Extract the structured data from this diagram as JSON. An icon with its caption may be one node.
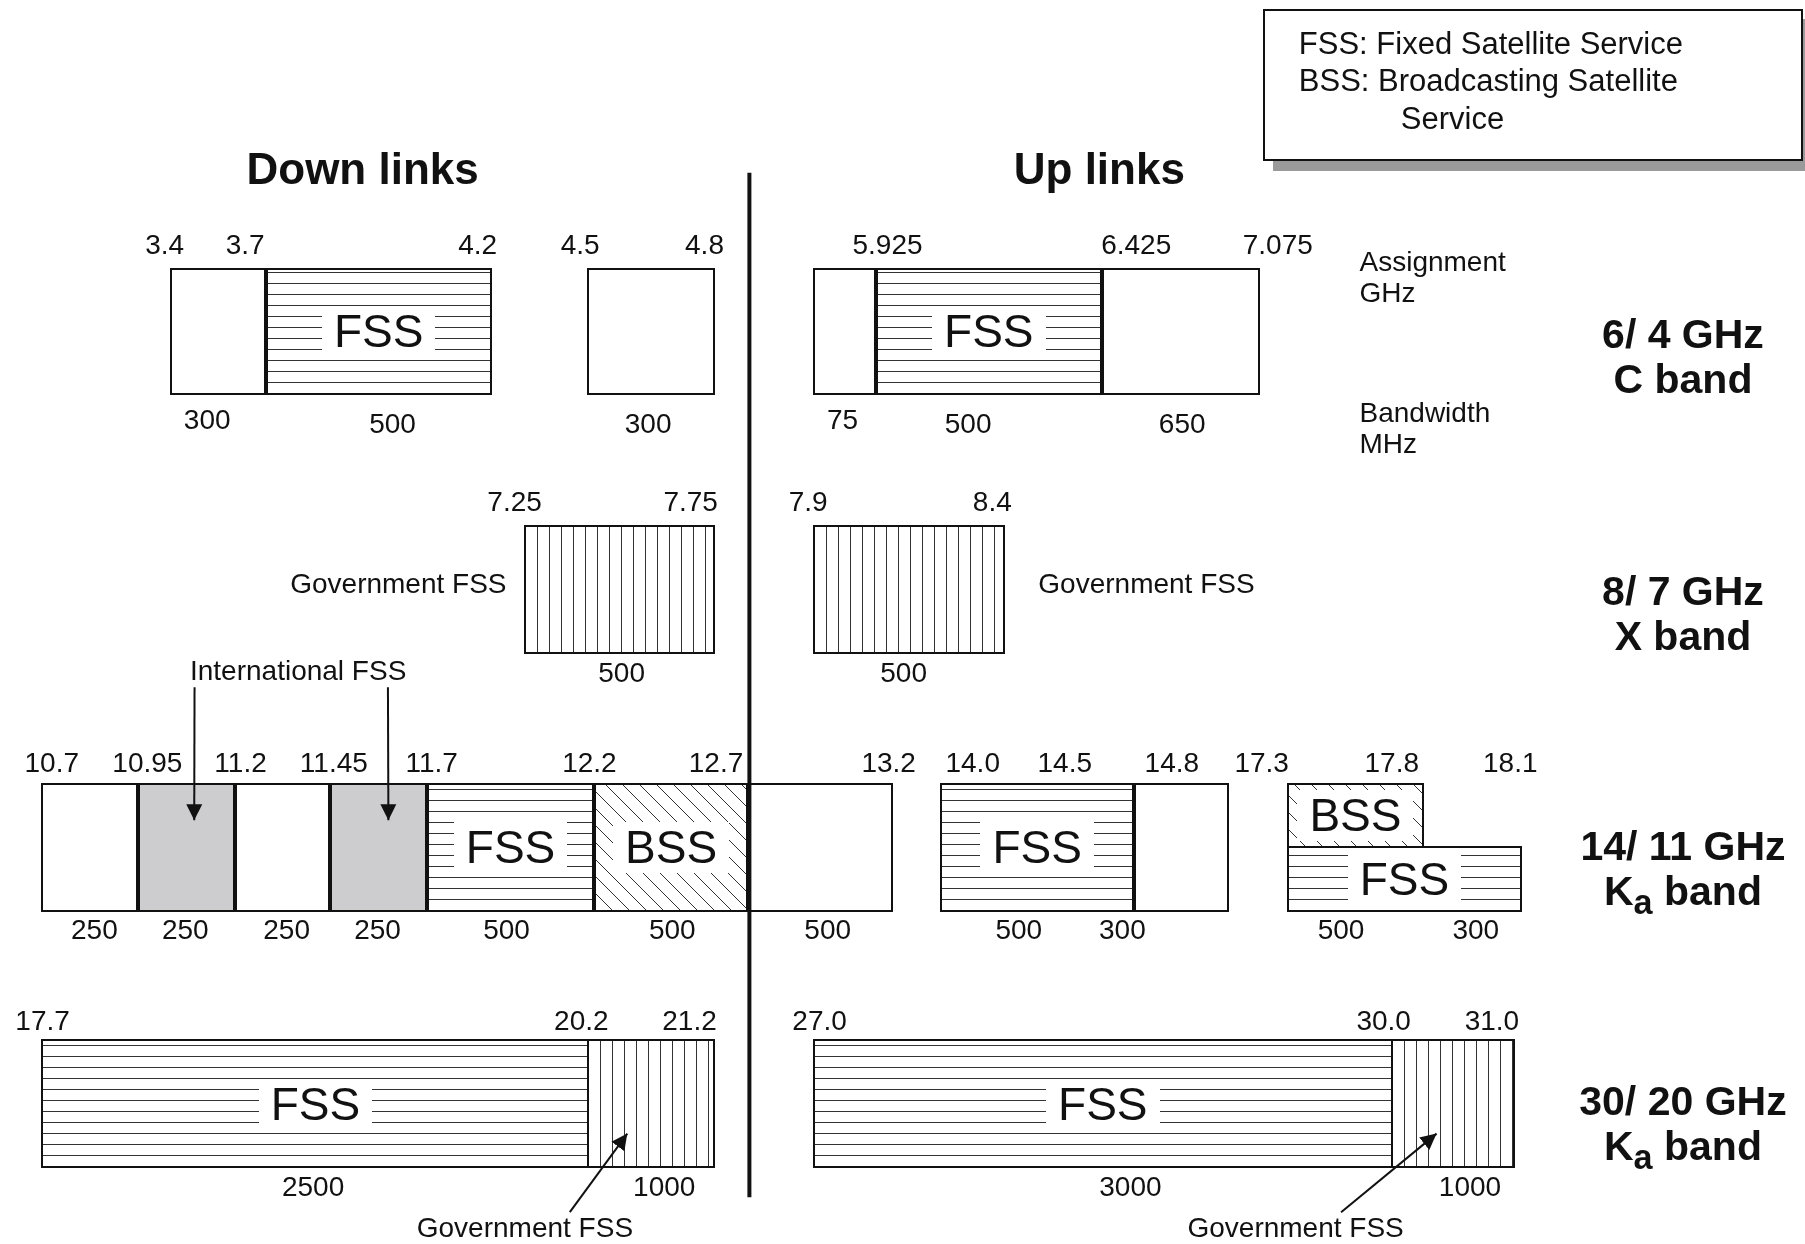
{
  "diagram": {
    "nodes": [
      {
        "text": [
          "FSS: Fixed Satellite Service",
          "BSS: Broadcasting Satellite Service"
        ]
      },
      {
        "text": [],
        "shape": "box"
      },
      {
        "text": [
          "FSS"
        ]
      },
      {
        "text": [],
        "shape": "box"
      },
      {
        "text": [],
        "shape": "box"
      },
      {
        "text": [
          "FSS"
        ]
      },
      {
        "text": [],
        "shape": "box"
      },
      {
        "text": [],
        "shape": "box",
        "beside": [
          "Government FSS"
        ]
      },
      {
        "text": [],
        "shape": "box",
        "beside": [
          "Government FSS"
        ]
      },
      {
        "text": [
          "International FSS"
        ]
      },
      {
        "text": [],
        "shape": "box"
      },
      {
        "text": [],
        "shape": "box"
      },
      {
        "text": [],
        "shape": "box"
      },
      {
        "text": [],
        "shape": "box"
      },
      {
        "text": [
          "FSS"
        ]
      },
      {
        "text": [
          "BSS"
        ]
      },
      {
        "text": [],
        "shape": "box"
      },
      {
        "text": [
          "FSS"
        ]
      },
      {
        "text": [],
        "shape": "box"
      },
      {
        "text": [
          "BSS"
        ]
      },
      {
        "text": [
          "FSS"
        ]
      },
      {
        "text": [
          "FSS"
        ]
      },
      {
        "text": [],
        "shape": "box"
      },
      {
        "text": [
          "FSS"
        ]
      },
      {
        "text": [],
        "shape": "box"
      },
      {
        "text": [
          "Government FSS"
        ]
      },
      {
        "text": [
          "Government FSS"
        ]
      }
    ],
    "edges": [
      {
        "from": 9,
        "to": 11,
        "arrow": "to"
      },
      {
        "from": 9,
        "to": 13,
        "arrow": "to"
      },
      {
        "from": 25,
        "to": 22,
        "arrow": "to"
      },
      {
        "from": 26,
        "to": 24,
        "arrow": "to"
      }
    ],
    "labels": [
      "Down links",
      "Up links",
      "3.4",
      "3.7",
      "4.2",
      "4.5",
      "4.8",
      "5.925",
      "6.425",
      "7.075",
      "Assignment GHz",
      "6/ 4 GHz C band",
      "300",
      "500",
      "300",
      "75",
      "500",
      "650",
      "Bandwidth MHz",
      "7.25",
      "7.75",
      "7.9",
      "8.4",
      "8/ 7 GHz X band",
      "500",
      "500",
      "10.7",
      "10.95",
      "11.2",
      "11.45",
      "11.7",
      "12.2",
      "12.7",
      "13.2",
      "14.0",
      "14.5",
      "14.8",
      "17.3",
      "17.8",
      "18.1",
      "14/ 11 GHz K$_{a}$ band",
      "250",
      "250",
      "250",
      "250",
      "500",
      "500",
      "500",
      "500",
      "300",
      "500",
      "300",
      "17.7",
      "20.2",
      "21.2",
      "27.0",
      "30.0",
      "31.0",
      "30/ 20 GHz K$_{a}$ band",
      "2500",
      "1000",
      "3000",
      "1000"
    ]
  }
}
